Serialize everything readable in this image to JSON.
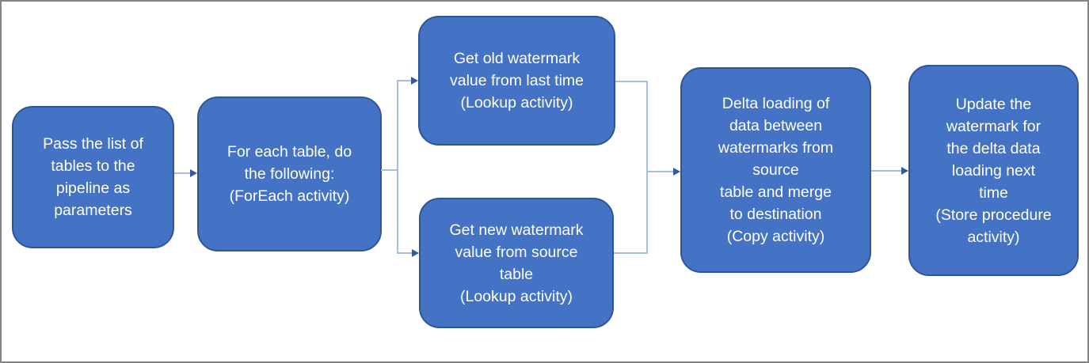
{
  "diagram": {
    "type": "flowchart",
    "nodes": [
      {
        "id": "pass-tables",
        "label": "Pass the list of\ntables to the\npipeline as\nparameters"
      },
      {
        "id": "foreach",
        "label": "For each table, do\nthe following:\n(ForEach activity)"
      },
      {
        "id": "old-watermark",
        "label": "Get old watermark\nvalue from last time\n(Lookup activity)"
      },
      {
        "id": "new-watermark",
        "label": "Get new watermark\nvalue from source\ntable\n(Lookup activity)"
      },
      {
        "id": "delta-load",
        "label": "Delta loading of\ndata between\nwatermarks from\nsource\ntable and merge\nto destination\n(Copy activity)"
      },
      {
        "id": "update-watermark",
        "label": "Update the\nwatermark for\nthe delta data\nloading next\ntime\n(Store procedure\nactivity)"
      }
    ],
    "edges": [
      {
        "from": "pass-tables",
        "to": "foreach"
      },
      {
        "from": "foreach",
        "to": "old-watermark"
      },
      {
        "from": "foreach",
        "to": "new-watermark"
      },
      {
        "from": "old-watermark",
        "to": "delta-load"
      },
      {
        "from": "new-watermark",
        "to": "delta-load"
      },
      {
        "from": "delta-load",
        "to": "update-watermark"
      }
    ],
    "colors": {
      "node_fill": "#4472C4",
      "node_border": "#2F5597",
      "connector_line": "#A9BDE3",
      "arrowhead": "#35599E",
      "frame_border": "#848484",
      "text": "#FFFFFF"
    }
  }
}
